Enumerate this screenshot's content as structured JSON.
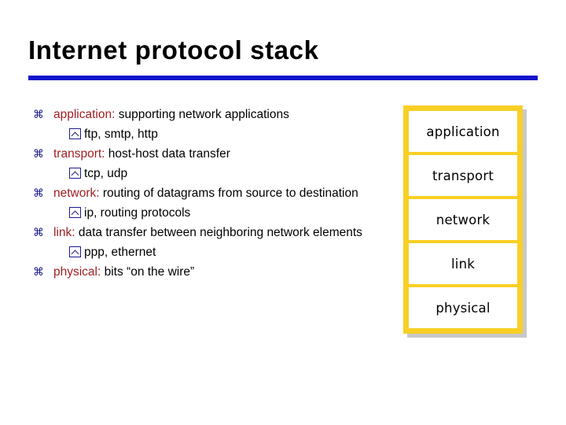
{
  "slide": {
    "title": "Internet protocol stack",
    "rule_color": "#1111CC"
  },
  "bullets": [
    {
      "glyph": "place-of-interest",
      "keyword": "application:",
      "text": " supporting network applications",
      "subs": [
        {
          "glyph": "boxed-caret",
          "text": "ftp, smtp, http"
        }
      ]
    },
    {
      "glyph": "place-of-interest",
      "keyword": "transport:",
      "text": " host-host data transfer",
      "subs": [
        {
          "glyph": "boxed-caret",
          "text": "tcp, udp"
        }
      ]
    },
    {
      "glyph": "place-of-interest",
      "keyword": "network:",
      "text": " routing of datagrams from source to destination",
      "subs": [
        {
          "glyph": "boxed-caret",
          "text": "ip, routing protocols"
        }
      ]
    },
    {
      "glyph": "place-of-interest",
      "keyword": "link:",
      "text": " data transfer between neighboring  network elements",
      "subs": [
        {
          "glyph": "boxed-caret",
          "text": "ppp, ethernet"
        }
      ]
    },
    {
      "glyph": "place-of-interest",
      "keyword": "physical:",
      "text": " bits “on the wire”",
      "subs": []
    }
  ],
  "stack": {
    "fill_color": "#F9CF26",
    "layers": [
      {
        "label": "application"
      },
      {
        "label": "transport"
      },
      {
        "label": "network"
      },
      {
        "label": "link"
      },
      {
        "label": "physical"
      }
    ]
  },
  "glyphs": {
    "place_of_interest": "⌘"
  }
}
